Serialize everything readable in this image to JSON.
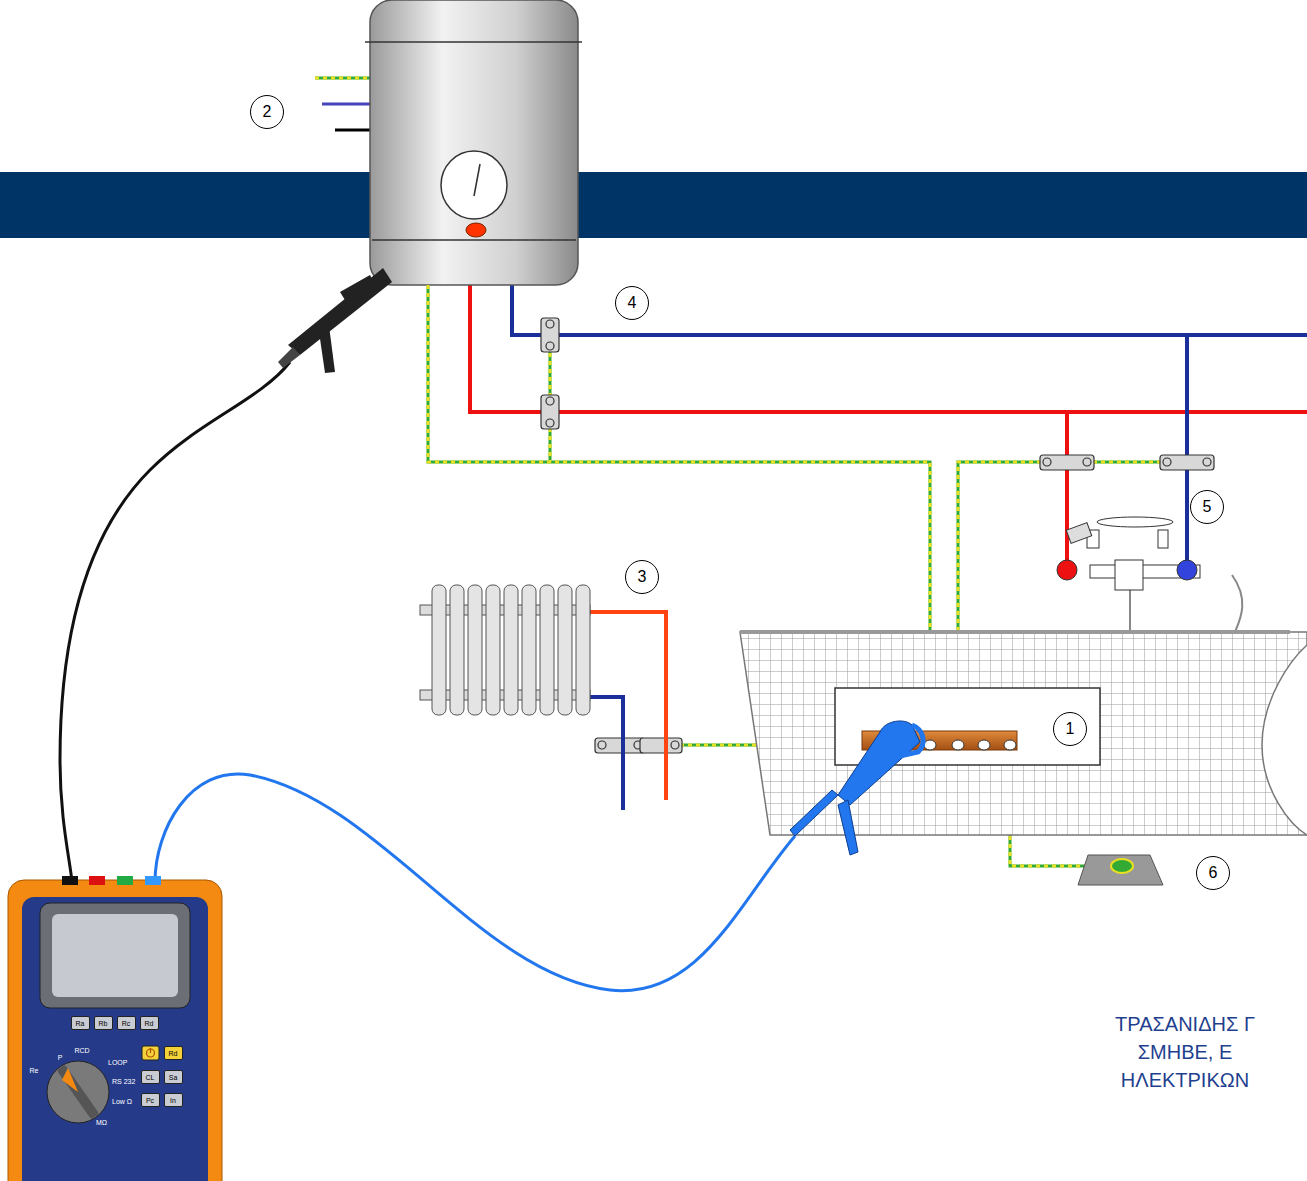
{
  "diagram": {
    "nodes": [
      {
        "text": [
          "2"
        ]
      },
      {
        "text": [
          "4"
        ]
      },
      {
        "text": [
          "5"
        ]
      },
      {
        "text": [
          "3"
        ]
      },
      {
        "text": [
          "1"
        ]
      },
      {
        "text": [
          "6"
        ]
      },
      {
        "text": [
          "Ra"
        ]
      },
      {
        "text": [
          "Rb"
        ]
      },
      {
        "text": [
          "Rc"
        ]
      },
      {
        "text": [
          "Rd"
        ]
      },
      {
        "text": [
          "Rd"
        ]
      },
      {
        "text": [
          "CL"
        ]
      },
      {
        "text": [
          "Sa"
        ]
      },
      {
        "text": [
          "Pc"
        ]
      },
      {
        "text": [
          "In"
        ]
      }
    ],
    "labels": [
      "Re",
      "P",
      "RCD",
      "LOOP",
      "RS 232",
      "Low Ω",
      "MΩ",
      "ΤΡΑΣΑΝΙΔΗΣ Γ",
      "ΣΜΗΒΕ, Ε",
      "ΗΛΕΚΤΡΙΚΩΝ"
    ]
  }
}
